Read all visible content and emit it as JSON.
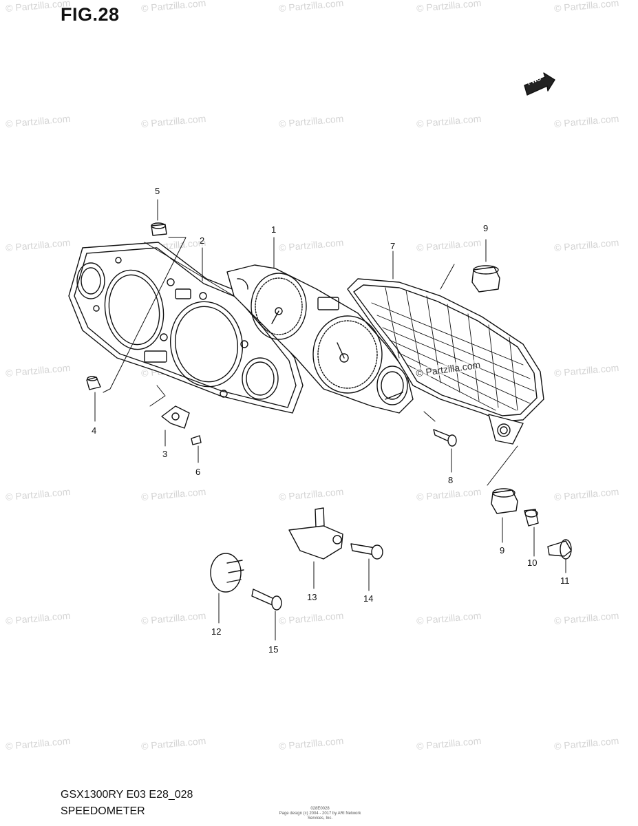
{
  "figure": {
    "title": "FIG.28",
    "model_code": "GSX1300RY E03 E28_028",
    "section_name": "SPEEDOMETER",
    "footer_code": "028E0028",
    "footer_copyright": "Page design (c) 2004 - 2017 by ARI Network Services, Inc."
  },
  "direction_indicator": {
    "label": "FWD",
    "icon": "forward-arrow-icon"
  },
  "watermark": {
    "text": "© Partzilla.com",
    "color": "#d4d4d4"
  },
  "callouts": [
    {
      "id": "callout-1",
      "number": "1"
    },
    {
      "id": "callout-2",
      "number": "2"
    },
    {
      "id": "callout-3",
      "number": "3"
    },
    {
      "id": "callout-4",
      "number": "4"
    },
    {
      "id": "callout-5",
      "number": "5"
    },
    {
      "id": "callout-6",
      "number": "6"
    },
    {
      "id": "callout-7",
      "number": "7"
    },
    {
      "id": "callout-8",
      "number": "8"
    },
    {
      "id": "callout-9a",
      "number": "9"
    },
    {
      "id": "callout-9b",
      "number": "9"
    },
    {
      "id": "callout-10",
      "number": "10"
    },
    {
      "id": "callout-11",
      "number": "11"
    },
    {
      "id": "callout-12",
      "number": "12"
    },
    {
      "id": "callout-13",
      "number": "13"
    },
    {
      "id": "callout-14",
      "number": "14"
    },
    {
      "id": "callout-15",
      "number": "15"
    }
  ]
}
